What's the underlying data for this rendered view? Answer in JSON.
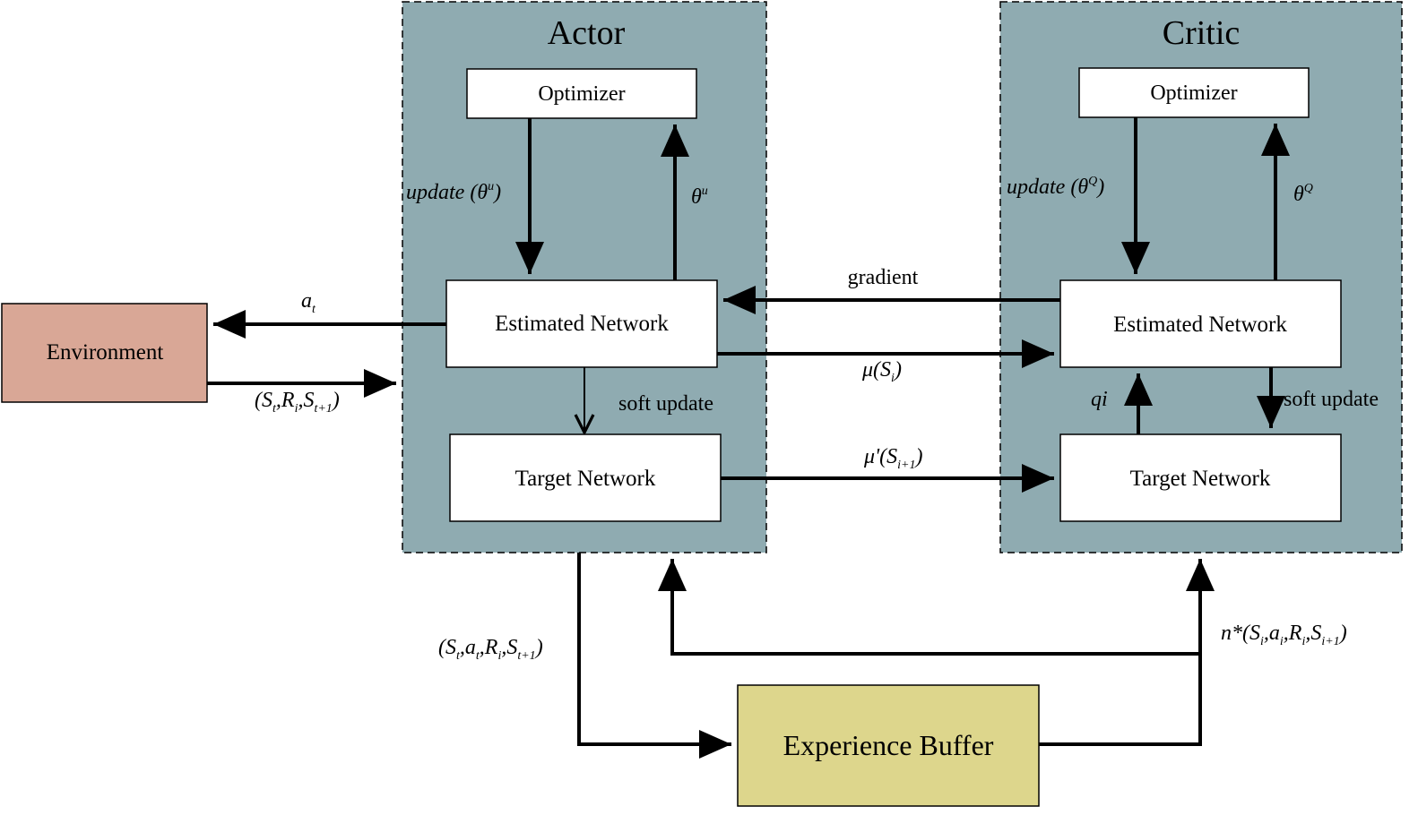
{
  "colors": {
    "panel_fill": "#8fabb1",
    "environment_fill": "#d9a796",
    "buffer_fill": "#ddd68c",
    "box_fill": "#ffffff",
    "stroke": "#000000"
  },
  "actor": {
    "title": "Actor",
    "optimizer": "Optimizer",
    "estimated": "Estimated Network",
    "target": "Target Network",
    "update_label": "update (θ",
    "update_sup": "u",
    "update_close": ")",
    "theta_label": "θ",
    "theta_sup": "u",
    "soft_update": "soft update"
  },
  "critic": {
    "title": "Critic",
    "optimizer": "Optimizer",
    "estimated": "Estimated Network",
    "target": "Target Network",
    "update_label": "update (θ",
    "update_sup": "Q",
    "update_close": ")",
    "theta_label": "θ",
    "theta_sup": "Q",
    "soft_update": "soft update",
    "qi": "qi"
  },
  "environment": {
    "label": "Environment"
  },
  "buffer": {
    "label": "Experience Buffer"
  },
  "edges": {
    "gradient": "gradient",
    "action": {
      "base": "a",
      "sub": "t"
    },
    "mu_si": {
      "prefix": "μ(S",
      "sub": "i",
      "suffix": ")"
    },
    "mu_prime": {
      "prefix": "μ'(S",
      "sub": "i+1",
      "suffix": ")"
    },
    "env_tuple": {
      "p1": "(S",
      "s1": "t",
      "p2": ",R",
      "s2": "i",
      "p3": ",S",
      "s3": "t+1",
      "p4": ")"
    },
    "buffer_in": {
      "p1": "(S",
      "s1": "t",
      "p2": ",a",
      "s2": "t",
      "p3": ",R",
      "s3": "i",
      "p4": ",S",
      "s4": "t+1",
      "p5": ")"
    },
    "buffer_out": {
      "p1": "n*(S",
      "s1": "i",
      "p2": ",a",
      "s2": "i",
      "p3": ",R",
      "s3": "i",
      "p4": ",S",
      "s4": "i+1",
      "p5": ")"
    }
  }
}
